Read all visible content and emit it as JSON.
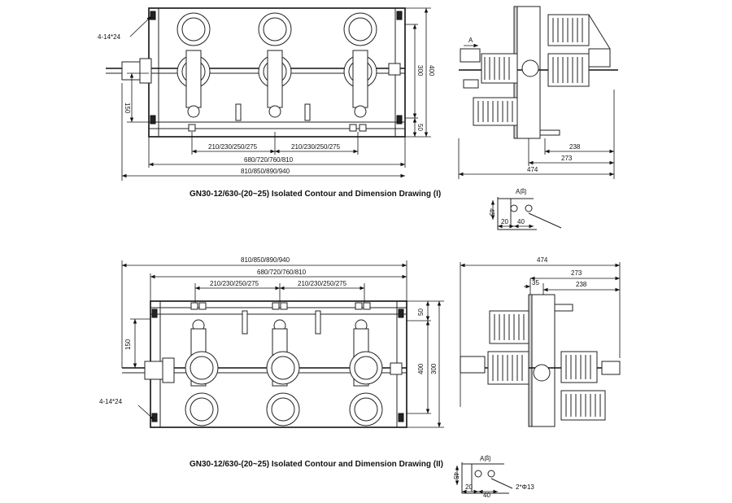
{
  "captions": {
    "drawing_1": "GN30-12/630-(20~25) Isolated Contour and Dimension Drawing (I)",
    "drawing_2": "GN30-12/630-(20~25) Isolated Contour and Dimension Drawing (II)"
  },
  "drawing_1": {
    "hole_label": "4-14*24",
    "dim_phase": "210/230/250/275",
    "dim_mid": "680/720/760/810",
    "dim_overall": "810/850/890/940",
    "dim_height": "400",
    "dim_inner": "300",
    "dim_150": "150",
    "dim_50": "50",
    "side_238": "238",
    "side_273": "273",
    "side_474": "474",
    "view_a": "A",
    "detail_title": "A向",
    "detail_45": "45",
    "detail_20": "20",
    "detail_40": "40"
  },
  "drawing_2": {
    "hole_label": "4-14*24",
    "dim_phase": "210/230/250/275",
    "dim_mid": "680/720/760/810",
    "dim_overall": "810/850/890/940",
    "dim_height": "400",
    "dim_inner": "300",
    "dim_150": "150",
    "dim_50": "50",
    "side_474": "474",
    "side_273": "273",
    "side_238": "238",
    "side_35": "35",
    "detail_title": "A向",
    "detail_45": "45",
    "detail_20": "20",
    "detail_40": "40",
    "detail_holes": "2*Φ13"
  }
}
